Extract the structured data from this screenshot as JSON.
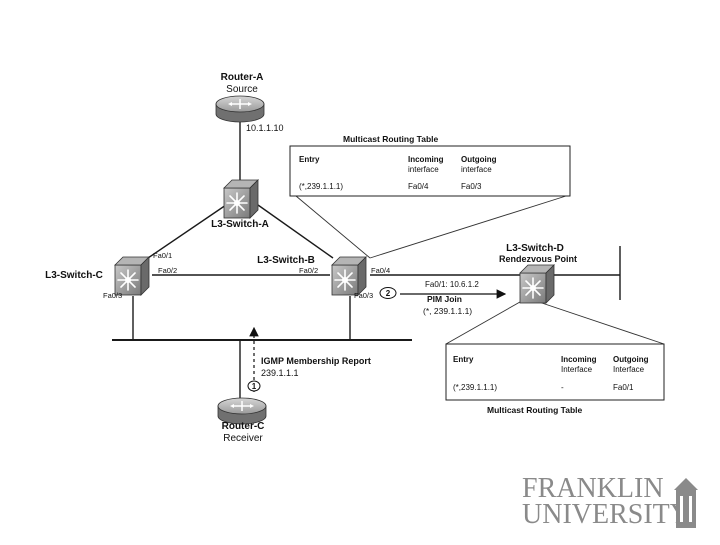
{
  "devices": {
    "router_a": {
      "name": "Router-A",
      "role": "Source",
      "ip": "10.1.1.10"
    },
    "switch_a": {
      "name": "L3-Switch-A"
    },
    "switch_b": {
      "name": "L3-Switch-B"
    },
    "switch_c": {
      "name": "L3-Switch-C"
    },
    "switch_d": {
      "name": "L3-Switch-D",
      "role": "Rendezvous Point"
    },
    "router_c": {
      "name": "Router-C",
      "role": "Receiver"
    }
  },
  "ports": {
    "c_fa01": "Fa0/1",
    "c_fa02": "Fa0/2",
    "c_fa03": "Fa0/3",
    "b_fa02": "Fa0/2",
    "b_fa04": "Fa0/4",
    "b_fa03": "Fa0/3",
    "d_fa01": "Fa0/1: 10.6.1.2"
  },
  "steps": {
    "step1": {
      "number": "1",
      "title": "IGMP Membership Report",
      "detail": "239.1.1.1"
    },
    "step2": {
      "number": "2",
      "title": "PIM Join",
      "detail": "(*, 239.1.1.1)"
    }
  },
  "table_top": {
    "title": "Multicast Routing Table",
    "col_entry": "Entry",
    "col_incoming_1": "Incoming",
    "col_incoming_2": "interface",
    "col_outgoing_1": "Outgoing",
    "col_outgoing_2": "interface",
    "entry": "(*,239.1.1.1)",
    "incoming": "Fa0/4",
    "outgoing": "Fa0/3"
  },
  "table_bottom": {
    "title": "Multicast Routing Table",
    "col_entry": "Entry",
    "col_incoming_1": "Incoming",
    "col_incoming_2": "Interface",
    "col_outgoing_1": "Outgoing",
    "col_outgoing_2": "Interface",
    "entry": "(*,239.1.1.1)",
    "incoming": "-",
    "outgoing": "Fa0/1"
  },
  "watermark": {
    "line1": "FRANKLIN",
    "line2": "UNIVERSITY"
  },
  "colors": {
    "line": "#1a1a1a",
    "device_fill": "#9a9a9a",
    "watermark": "#8a8a8a"
  },
  "icons": {
    "router": "router-icon",
    "switch": "l3-switch-icon"
  }
}
